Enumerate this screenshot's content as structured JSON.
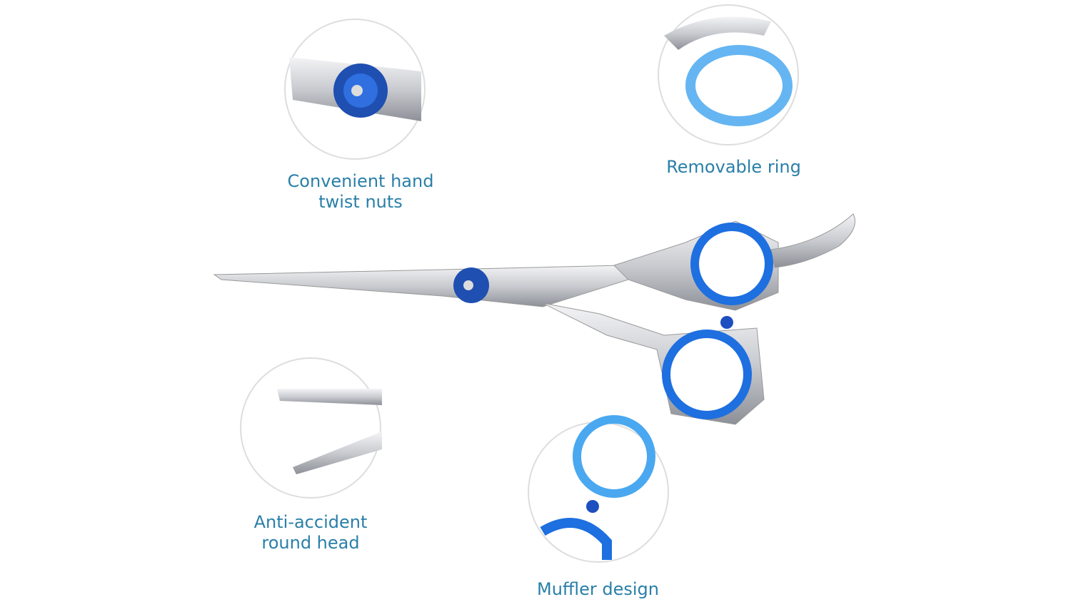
{
  "captions": {
    "nuts": "Convenient hand\ntwist nuts",
    "ring": "Removable ring",
    "head": "Anti-accident\nround head",
    "muffler": "Muffler design"
  },
  "colors": {
    "accent": "#2a7fa8",
    "ring_blue": "#1e6fe0",
    "ring_light": "#4aa8f0"
  }
}
